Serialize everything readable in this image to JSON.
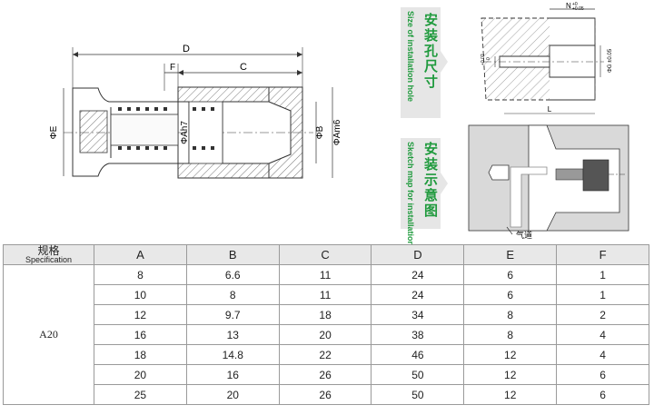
{
  "side_labels": {
    "install_hole_cn": "安装孔尺寸",
    "install_hole_en": "Size of installation hole",
    "sketch_cn": "安装示意图",
    "sketch_en": "Sketch map for installation"
  },
  "drawing_dims": {
    "d": "D",
    "c": "C",
    "f": "F",
    "phi_e": "ΦE",
    "phi_ah7": "ΦAh7",
    "phi_b": "ΦB",
    "phi_am6": "ΦAm6",
    "n_tol": "N",
    "n_tol_upper": "+0",
    "n_tol_lower": "+0.05",
    "phi_tol_upper": "+0.02",
    "phi_tol_lower": "0",
    "phi_g": "ΦG ±0.05",
    "l": "L",
    "air_channel": "气道"
  },
  "table": {
    "header_cn": "规格",
    "header_en": "Specification",
    "columns": [
      "A",
      "B",
      "C",
      "D",
      "E",
      "F"
    ],
    "model": "A20",
    "rows": [
      [
        "8",
        "6.6",
        "11",
        "24",
        "6",
        "1"
      ],
      [
        "10",
        "8",
        "11",
        "24",
        "6",
        "1"
      ],
      [
        "12",
        "9.7",
        "18",
        "34",
        "8",
        "2"
      ],
      [
        "16",
        "13",
        "20",
        "38",
        "8",
        "4"
      ],
      [
        "18",
        "14.8",
        "22",
        "46",
        "12",
        "4"
      ],
      [
        "20",
        "16",
        "26",
        "50",
        "12",
        "6"
      ],
      [
        "25",
        "20",
        "26",
        "50",
        "12",
        "6"
      ]
    ]
  },
  "colors": {
    "accent_green": "#1f9a3d",
    "tab_gray": "#e6e6e6",
    "header_gray": "#e8e8e8",
    "line": "#333333"
  }
}
